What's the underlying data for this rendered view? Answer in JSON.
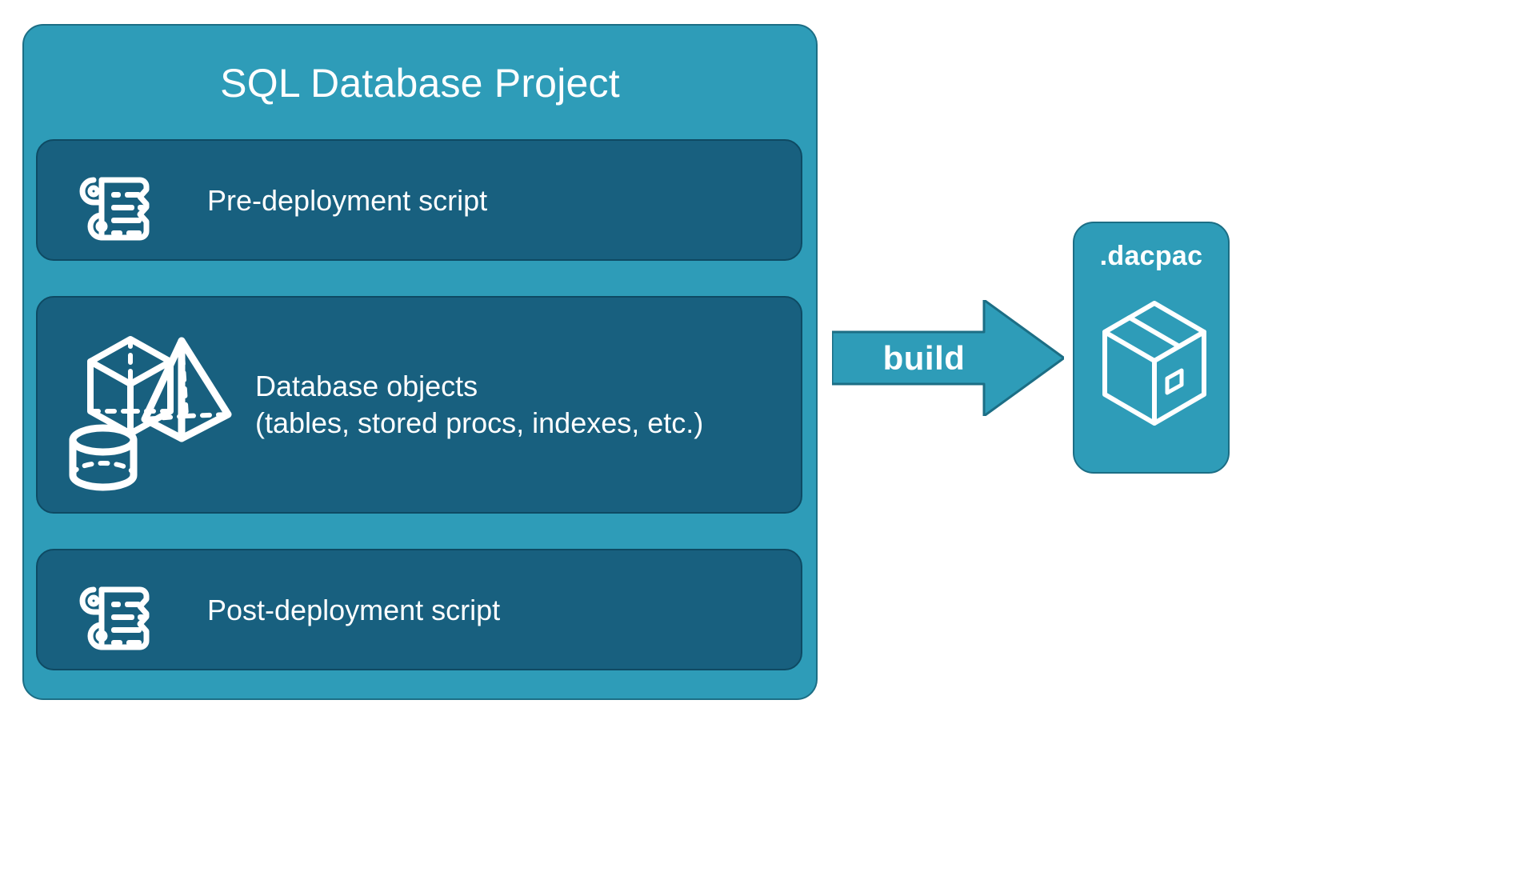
{
  "diagram": {
    "type": "flow-diagram",
    "background_color": "#ffffff",
    "project": {
      "title": "SQL Database Project",
      "container_color": "#2E9CB8",
      "panel_color": "#18607F",
      "text_color": "#ffffff",
      "panels": [
        {
          "id": "pre-deployment",
          "label": "Pre-deployment script",
          "icon": "scroll-icon"
        },
        {
          "id": "database-objects",
          "label": "Database objects\n(tables, stored procs, indexes, etc.)",
          "icon": "shapes-icon"
        },
        {
          "id": "post-deployment",
          "label": "Post-deployment script",
          "icon": "scroll-icon"
        }
      ]
    },
    "arrow": {
      "label": "build",
      "color": "#2E9CB8",
      "direction": "right"
    },
    "output": {
      "title": ".dacpac",
      "container_color": "#2E9CB8",
      "icon": "package-box-icon"
    }
  }
}
